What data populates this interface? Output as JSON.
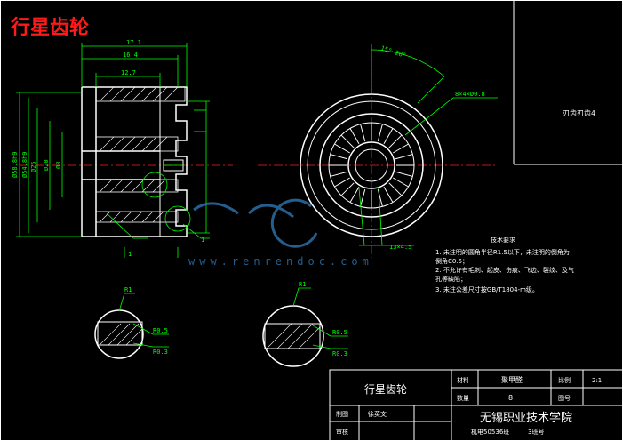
{
  "drawing": {
    "title": "行星齿轮",
    "view_label": "刃齿刃齿4",
    "watermark_url": "www.renrendoc.com"
  },
  "dimensions": {
    "top_1": "17.1",
    "top_2": "16.4",
    "top_3": "12.7",
    "left_1": "Ø58.8h9",
    "left_2": "Ø54.8h9",
    "left_3": "Ø25",
    "left_4": "Ø20",
    "inner_1": "Ø8",
    "bottom_1": "1",
    "bottom_2": "1",
    "angle": "15°~20°",
    "circle_note": "8×4×Ø0.8",
    "circle_bottom": "13×4.5",
    "detail1_top": "R1",
    "detail1_a": "R0.5",
    "detail1_b": "R0.3",
    "detail2_top": "R1",
    "detail2_a": "R0.5",
    "detail2_b": "R0.3"
  },
  "notes": {
    "heading": "技术要求",
    "lines": [
      "1. 未注明的圆角半径R1.5以下，未注明的倒角为",
      "    倒角C0.5；",
      "2. 不允许有毛刺、起皮、伤痕、飞边、裂纹、及气",
      "    孔等缺陷；",
      "3. 未注公差尺寸按GB/T1804-m级。"
    ]
  },
  "title_block": {
    "part_name": "行星齿轮",
    "material_label": "材料",
    "material_value": "聚甲醛",
    "quantity_label": "数量",
    "quantity_value": "8",
    "scale_label": "比例",
    "scale_value": "2:1",
    "drawing_no_label": "图号",
    "drawing_no_value": "",
    "drawn_label": "制图",
    "drawn_value": "徐英文",
    "checked_label": "审核",
    "checked_value": "",
    "school": "无锡职业技术学院",
    "class_info": "机电50536班",
    "student_no_label": "3班号"
  },
  "colors": {
    "background": "#000000",
    "outline": "#ffffff",
    "dimension": "#00ff00",
    "centerline": "#ff2020",
    "title": "#ff1a1a",
    "watermark": "#2a6fa8"
  }
}
